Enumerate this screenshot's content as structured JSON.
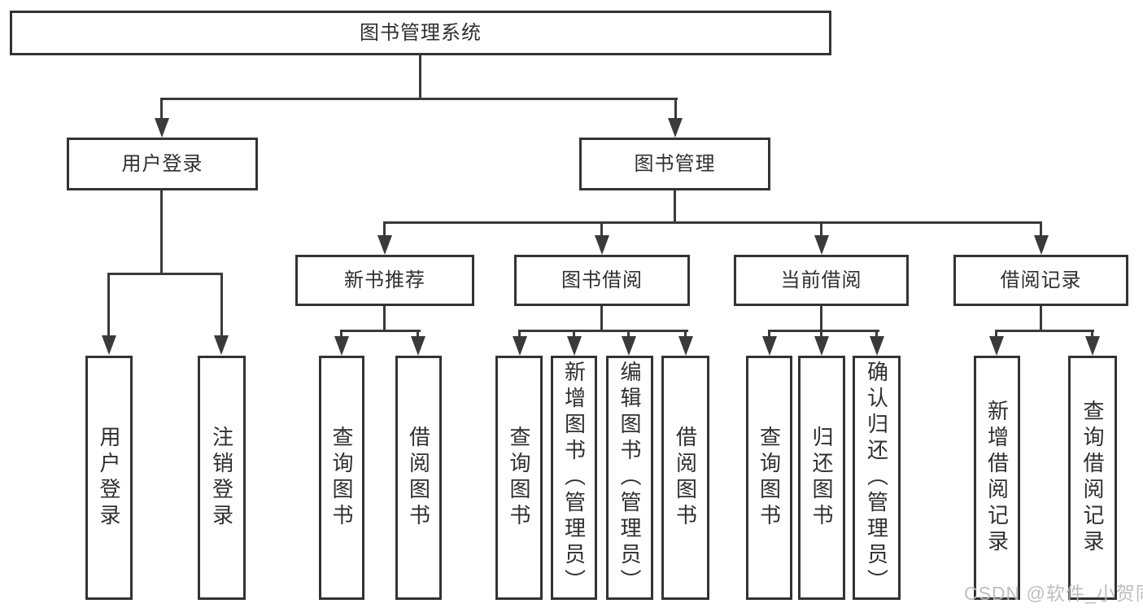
{
  "diagram": {
    "title": "图书管理系统",
    "root": {
      "label": "图书管理系统"
    },
    "level2": [
      {
        "id": "user-login",
        "label": "用户登录"
      },
      {
        "id": "book-management",
        "label": "图书管理"
      }
    ],
    "level3": [
      {
        "id": "new-book-recommend",
        "label": "新书推荐",
        "parent": "book-management"
      },
      {
        "id": "book-borrow",
        "label": "图书借阅",
        "parent": "book-management"
      },
      {
        "id": "current-borrow",
        "label": "当前借阅",
        "parent": "book-management"
      },
      {
        "id": "borrow-records",
        "label": "借阅记录",
        "parent": "book-management"
      }
    ],
    "leaves": [
      {
        "id": "user-login-leaf",
        "label": "用户登录",
        "parent": "user-login"
      },
      {
        "id": "logout",
        "label": "注销登录",
        "parent": "user-login"
      },
      {
        "id": "query-books-1",
        "label": "查询图书",
        "parent": "new-book-recommend"
      },
      {
        "id": "borrow-books-1",
        "label": "借阅图书",
        "parent": "new-book-recommend"
      },
      {
        "id": "query-books-2",
        "label": "查询图书",
        "parent": "book-borrow"
      },
      {
        "id": "add-book-admin",
        "label": "新增图书（管理员）",
        "parent": "book-borrow"
      },
      {
        "id": "edit-book-admin",
        "label": "编辑图书（管理员）",
        "parent": "book-borrow"
      },
      {
        "id": "borrow-books-2",
        "label": "借阅图书",
        "parent": "book-borrow"
      },
      {
        "id": "query-books-3",
        "label": "查询图书",
        "parent": "current-borrow"
      },
      {
        "id": "return-books",
        "label": "归还图书",
        "parent": "current-borrow"
      },
      {
        "id": "confirm-return-admin",
        "label": "确认归还（管理员）",
        "parent": "current-borrow"
      },
      {
        "id": "add-borrow-record",
        "label": "新增借阅记录",
        "parent": "borrow-records"
      },
      {
        "id": "query-borrow-record",
        "label": "查询借阅记录",
        "parent": "borrow-records"
      }
    ]
  },
  "watermark": {
    "text": "CSDN @软件_小贺同学"
  },
  "colors": {
    "background": "#ffffff",
    "box_border": "#333333",
    "line": "#3a3a3a",
    "text": "#2f2f2f",
    "watermark": "#b9b9b9"
  }
}
